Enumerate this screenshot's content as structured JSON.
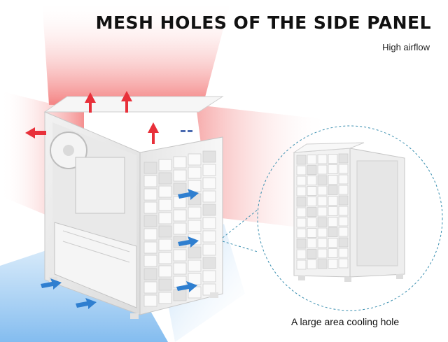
{
  "header": {
    "title": "MESH HOLES OF THE SIDE PANEL",
    "subtitle": "High airflow"
  },
  "detail": {
    "caption": "A large area cooling hole"
  },
  "colors": {
    "hot_air": "#e8303a",
    "cool_air": "#2f86d6",
    "case_white": "#f4f4f4",
    "zoom_outline": "#3a8fb0"
  },
  "icons": [
    "hot-air-arrow-icon",
    "cool-air-arrow-icon"
  ]
}
